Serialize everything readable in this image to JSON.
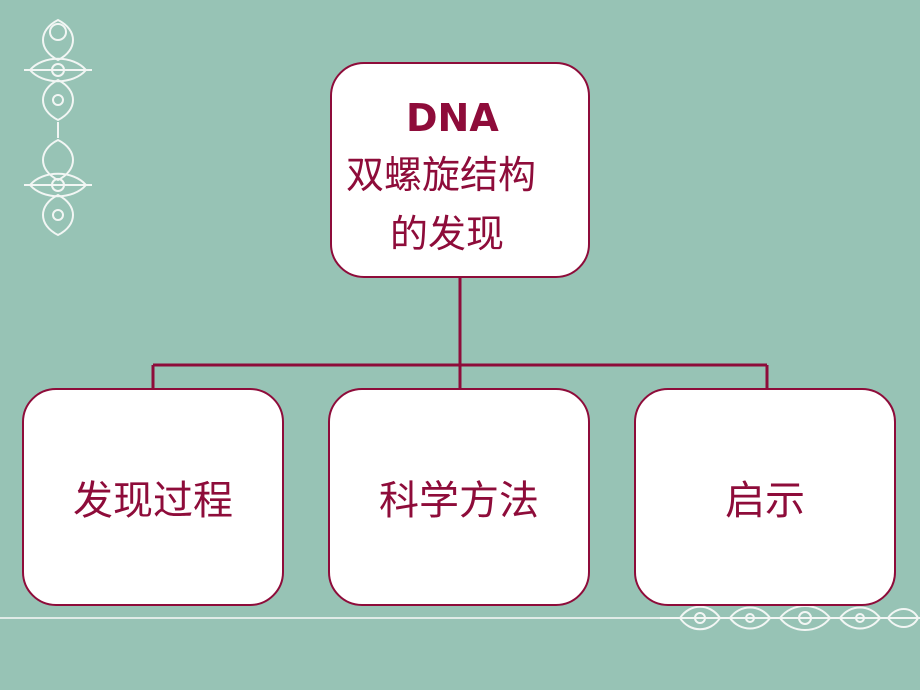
{
  "root": {
    "line1": "DNA",
    "line2": "双螺旋结构",
    "line3": "的发现"
  },
  "children": [
    {
      "label": "发现过程"
    },
    {
      "label": "科学方法"
    },
    {
      "label": "启示"
    }
  ],
  "colors": {
    "background": "#97c3b5",
    "accent": "#8e0c3a",
    "box_fill": "#ffffff",
    "ornament": "#f2f6f4"
  }
}
